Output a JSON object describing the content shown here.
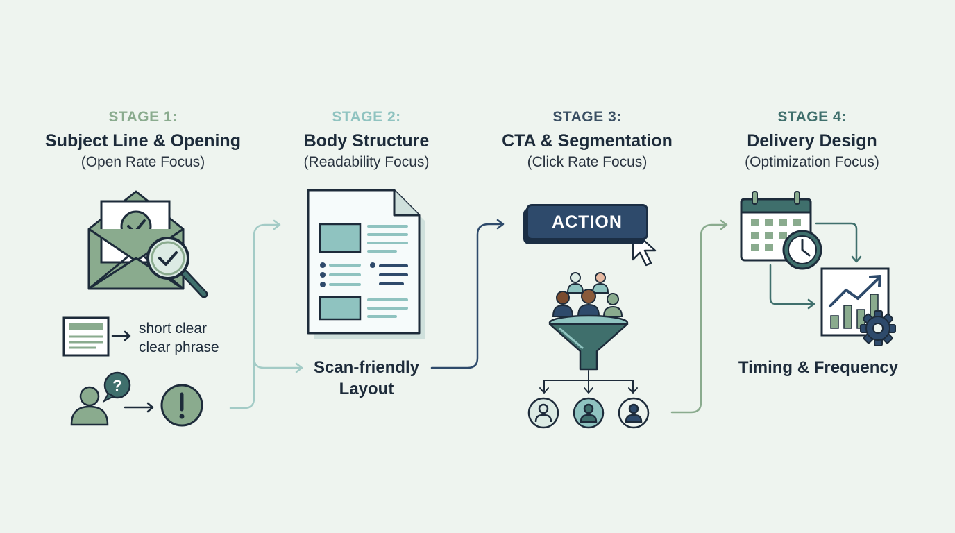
{
  "stages": [
    {
      "label": "STAGE 1:",
      "title": "Subject Line & Opening",
      "focus": "(Open Rate Focus)"
    },
    {
      "label": "STAGE 2:",
      "title": "Body Structure",
      "focus": "(Readability Focus)"
    },
    {
      "label": "STAGE 3:",
      "title": "CTA & Segmentation",
      "focus": "(Click Rate Focus)"
    },
    {
      "label": "STAGE 4:",
      "title": "Delivery Design",
      "focus": "(Optimization Focus)"
    }
  ],
  "stage1": {
    "phrase_line1": "short clear",
    "phrase_line2": "clear phrase"
  },
  "stage2": {
    "label_line1": "Scan-friendly",
    "label_line2": "Layout"
  },
  "stage3": {
    "button_label": "ACTION"
  },
  "stage4": {
    "label": "Timing & Frequency"
  },
  "colors": {
    "background": "#eef4ef",
    "sage": "#8aab8e",
    "teal_light": "#8fc3c0",
    "navy": "#2e4a6b",
    "dark": "#1d2b3a",
    "teal_dark": "#3f6f6c"
  },
  "icons": [
    "envelope-icon",
    "magnifier-icon",
    "document-icon",
    "person-icon",
    "question-bubble-icon",
    "exclamation-icon",
    "document-page-icon",
    "cursor-icon",
    "funnel-icon",
    "audience-icon",
    "calendar-icon",
    "clock-icon",
    "chart-icon",
    "gear-icon"
  ]
}
